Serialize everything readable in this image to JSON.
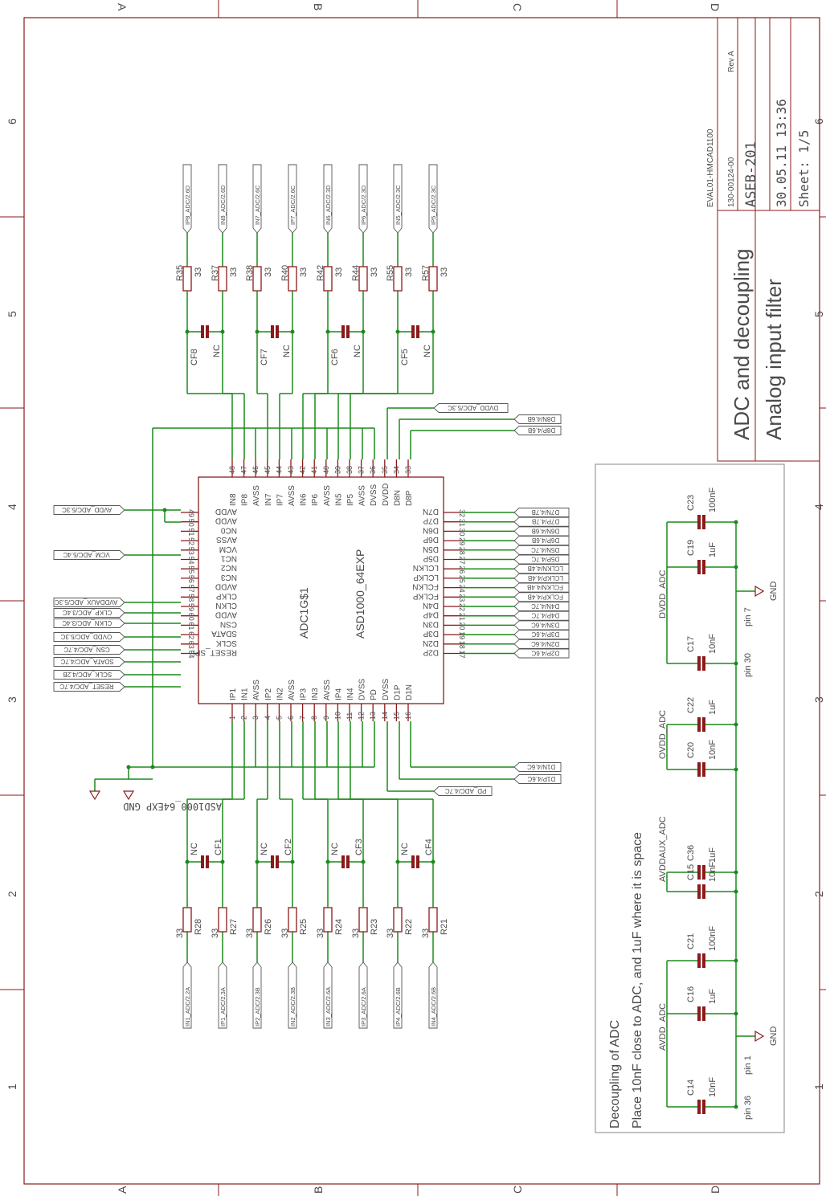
{
  "frame": {
    "col_labels": [
      "A",
      "B",
      "C",
      "D"
    ],
    "row_labels": [
      "6",
      "5",
      "4",
      "3",
      "2",
      "1"
    ]
  },
  "title_block": {
    "board": "EVAL01-HMCAD1100",
    "part_no": "130-00124-00",
    "rev": "Rev A",
    "project": "ASEB-201",
    "date": "30.05.11 13:36",
    "sheet": "Sheet: 1/5",
    "title_line1": "ADC and decoupling",
    "title_line2": "Analog input filter"
  },
  "chip": {
    "name": "ADC1G$1",
    "value": "ASD1000_64EXP",
    "gnd_label": "ASD1000_64EXP GND",
    "left_pins": [
      {
        "num": "49",
        "name": "AVDD"
      },
      {
        "num": "50",
        "name": "AVDD"
      },
      {
        "num": "51",
        "name": "NC0"
      },
      {
        "num": "52",
        "name": "AVSS"
      },
      {
        "num": "53",
        "name": "VCM"
      },
      {
        "num": "54",
        "name": "NC1"
      },
      {
        "num": "55",
        "name": "NC2"
      },
      {
        "num": "56",
        "name": "NC3"
      },
      {
        "num": "57",
        "name": "AVDD"
      },
      {
        "num": "58",
        "name": "CLKP"
      },
      {
        "num": "59",
        "name": "CLKN"
      },
      {
        "num": "60",
        "name": "AVDD"
      },
      {
        "num": "61",
        "name": "CSN"
      },
      {
        "num": "62",
        "name": "SDATA"
      },
      {
        "num": "63",
        "name": "SCLK"
      },
      {
        "num": "64",
        "name": "RESET_SPI"
      }
    ],
    "right_pins": [
      {
        "num": "32",
        "name": "D7N"
      },
      {
        "num": "31",
        "name": "D7P"
      },
      {
        "num": "30",
        "name": "D6N"
      },
      {
        "num": "29",
        "name": "D6P"
      },
      {
        "num": "28",
        "name": "D5N"
      },
      {
        "num": "27",
        "name": "D5P"
      },
      {
        "num": "26",
        "name": "LCLKN"
      },
      {
        "num": "25",
        "name": "LCLKP"
      },
      {
        "num": "24",
        "name": "FCLKN"
      },
      {
        "num": "23",
        "name": "FCLKP"
      },
      {
        "num": "22",
        "name": "D4N"
      },
      {
        "num": "21",
        "name": "D4P"
      },
      {
        "num": "20",
        "name": "D3N"
      },
      {
        "num": "19",
        "name": "D3P"
      },
      {
        "num": "18",
        "name": "D2N"
      },
      {
        "num": "17",
        "name": "D2P"
      }
    ],
    "top_pins": [
      {
        "num": "48",
        "name": "IN8"
      },
      {
        "num": "47",
        "name": "IP8"
      },
      {
        "num": "46",
        "name": "AVSS"
      },
      {
        "num": "45",
        "name": "IN7"
      },
      {
        "num": "44",
        "name": "IP7"
      },
      {
        "num": "43",
        "name": "AVSS"
      },
      {
        "num": "42",
        "name": "IN6"
      },
      {
        "num": "41",
        "name": "IP6"
      },
      {
        "num": "40",
        "name": "AVSS"
      },
      {
        "num": "39",
        "name": "IN5"
      },
      {
        "num": "38",
        "name": "IP5"
      },
      {
        "num": "37",
        "name": "AVSS"
      },
      {
        "num": "36",
        "name": "DVSS"
      },
      {
        "num": "35",
        "name": "DVDD"
      },
      {
        "num": "34",
        "name": "D8N"
      },
      {
        "num": "33",
        "name": "D8P"
      }
    ],
    "bottom_pins": [
      {
        "num": "1",
        "name": "IP1"
      },
      {
        "num": "2",
        "name": "IN1"
      },
      {
        "num": "3",
        "name": "AVSS"
      },
      {
        "num": "4",
        "name": "IP2"
      },
      {
        "num": "5",
        "name": "IN2"
      },
      {
        "num": "6",
        "name": "AVSS"
      },
      {
        "num": "7",
        "name": "IP3"
      },
      {
        "num": "8",
        "name": "IN3"
      },
      {
        "num": "9",
        "name": "AVSS"
      },
      {
        "num": "10",
        "name": "IP4"
      },
      {
        "num": "11",
        "name": "IN4"
      },
      {
        "num": "12",
        "name": "DVSS"
      },
      {
        "num": "13",
        "name": "PD"
      },
      {
        "num": "14",
        "name": "DVSS"
      },
      {
        "num": "15",
        "name": "D1P"
      },
      {
        "num": "16",
        "name": "D1N"
      }
    ]
  },
  "left_nets": [
    "AVDD_ADC/5.3C",
    "VCM_ADC/5.4C",
    "AVDDAUX_ADC/5.3C",
    "CLKP_ADC/3.4C",
    "CLKN_ADC/3.4C",
    "OVDD_ADC/5.3C",
    "CSN_ADC/4.7C",
    "SDATA_ADC/4.7C",
    "SCLK_ADC/4.2B",
    "RESET_ADC/4.7C"
  ],
  "right_nets": [
    "D7N/4.7B",
    "D7P/4.7B",
    "D6N/4.6B",
    "D6P/4.6B",
    "D5N/4.7C",
    "D5P/4.7C",
    "LCLKN/4.4B",
    "LCLKP/4.4B",
    "FCLKN/4.4B",
    "FCLKP/4.4B",
    "D4N/4.7C",
    "D4P/4.7C",
    "D3N/4.6C",
    "D3P/4.6C",
    "D2N/4.6C",
    "D2P/4.6C"
  ],
  "top_right_nets": [
    "DVDD_ADC/5.3C",
    "D8N/4.6B",
    "D8P/4.6B"
  ],
  "bottom_right_nets": [
    "D1N/4.6C",
    "D1P/4.6C",
    "PD_ADC/4.7C"
  ],
  "top_inputs": [
    "IP8_ADC/2.6D",
    "IN8_ADC/2.6D",
    "IN7_ADC/2.6C",
    "IP7_ADC/2.6C",
    "IN6_ADC/2.3D",
    "IP6_ADC/2.3D",
    "IN5_ADC/2.3C",
    "IP5_ADC/2.3C"
  ],
  "top_resistors": [
    {
      "ref": "R35",
      "val": "33"
    },
    {
      "ref": "R37",
      "val": "33"
    },
    {
      "ref": "R38",
      "val": "33"
    },
    {
      "ref": "R40",
      "val": "33"
    },
    {
      "ref": "R42",
      "val": "33"
    },
    {
      "ref": "R44",
      "val": "33"
    },
    {
      "ref": "R55",
      "val": "33"
    },
    {
      "ref": "R57",
      "val": "33"
    }
  ],
  "top_caps": [
    {
      "ref": "CF8",
      "val": "NC"
    },
    {
      "ref": "CF7",
      "val": "NC"
    },
    {
      "ref": "CF6",
      "val": "NC"
    },
    {
      "ref": "CF5",
      "val": "NC"
    }
  ],
  "bottom_inputs": [
    "IN1_ADC/2.2A",
    "IP1_ADC/2.3A",
    "IP2_ADC/2.3B",
    "IN2_ADC/2.3B",
    "IN3_ADC/2.6A",
    "IP3_ADC/2.6A",
    "IP4_ADC/2.6B",
    "IN4_ADC/2.6B"
  ],
  "bottom_resistors": [
    {
      "ref": "R28",
      "val": "33"
    },
    {
      "ref": "R27",
      "val": "33"
    },
    {
      "ref": "R26",
      "val": "33"
    },
    {
      "ref": "R25",
      "val": "33"
    },
    {
      "ref": "R24",
      "val": "33"
    },
    {
      "ref": "R23",
      "val": "33"
    },
    {
      "ref": "R22",
      "val": "33"
    },
    {
      "ref": "R21",
      "val": "33"
    }
  ],
  "bottom_caps": [
    {
      "ref": "CF1",
      "val": "NC"
    },
    {
      "ref": "CF2",
      "val": "NC"
    },
    {
      "ref": "CF3",
      "val": "NC"
    },
    {
      "ref": "CF4",
      "val": "NC"
    }
  ],
  "decoupling": {
    "title": "Decoupling of ADC",
    "note": "Place 10nF close to ADC, and 1uF where it is space",
    "gnd": "GND",
    "groups": [
      {
        "rail": "DVDD_ADC",
        "caps": [
          {
            "ref": "C23",
            "val": "100nF"
          },
          {
            "ref": "C19",
            "val": "1uF"
          },
          {
            "ref": "C17",
            "val": "10nF"
          }
        ],
        "pins": [
          "pin 7",
          "pin 30"
        ]
      },
      {
        "rail": "OVDD_ADC",
        "caps": [
          {
            "ref": "C22",
            "val": "1uF"
          },
          {
            "ref": "C20",
            "val": "10nF"
          }
        ],
        "pins": []
      },
      {
        "rail": "AVDDAUX_ADC",
        "caps": [
          {
            "ref": "C36",
            "val": "1uF"
          },
          {
            "ref": "C15",
            "val": "10nF"
          }
        ],
        "pins": []
      },
      {
        "rail": "AVDD_ADC",
        "caps": [
          {
            "ref": "C21",
            "val": "100nF"
          },
          {
            "ref": "C16",
            "val": "1uF"
          },
          {
            "ref": "C14",
            "val": "10nF"
          }
        ],
        "pins": [
          "pin 1",
          "pin 36"
        ]
      }
    ]
  }
}
